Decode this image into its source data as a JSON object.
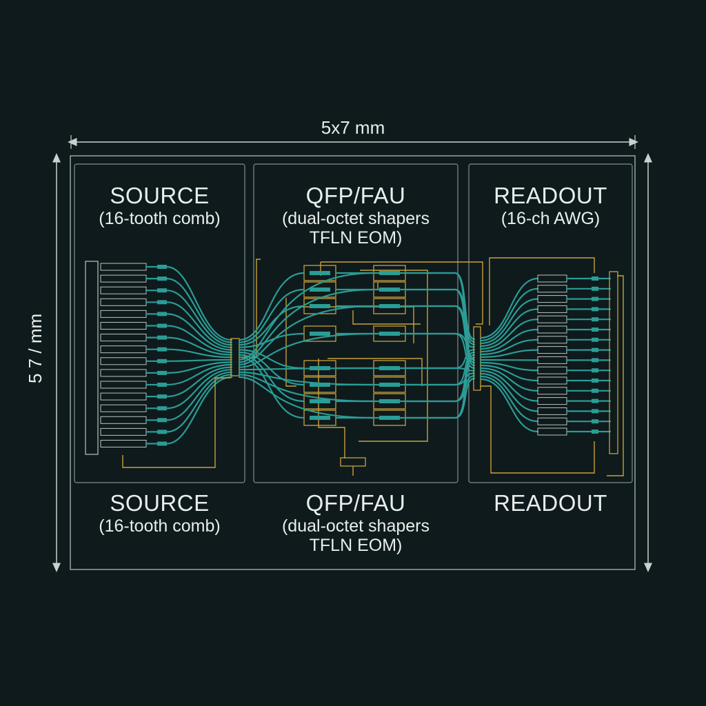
{
  "dimensions": {
    "width_label": "5x7 mm",
    "height_label": "5 7 / mm"
  },
  "blocks": [
    {
      "title": "SOURCE",
      "subtitle": "(16-tooth comb)",
      "subtitle2": ""
    },
    {
      "title": "QFP/FAU",
      "subtitle": "(dual-octet shapers",
      "subtitle2": "TFLN EOM)"
    },
    {
      "title": "READOUT",
      "subtitle": "(16-ch AWG)",
      "subtitle2": ""
    }
  ],
  "lower_labels": [
    {
      "title": "SOURCE",
      "subtitle": "(16-tooth comb)",
      "subtitle2": ""
    },
    {
      "title": "QFP/FAU",
      "subtitle": "(dual-octet shapers",
      "subtitle2": "TFLN EOM)"
    },
    {
      "title": "READOUT",
      "subtitle": "",
      "subtitle2": ""
    }
  ],
  "colors": {
    "background": "#0f1a1c",
    "outline": "#9fb0ad",
    "waveguide": "#2a9d96",
    "electrode": "#c9a13b",
    "text": "#e8eeec"
  },
  "counts": {
    "source_teeth": 16,
    "awg_channels": 16,
    "shapers_per_column": 8
  }
}
